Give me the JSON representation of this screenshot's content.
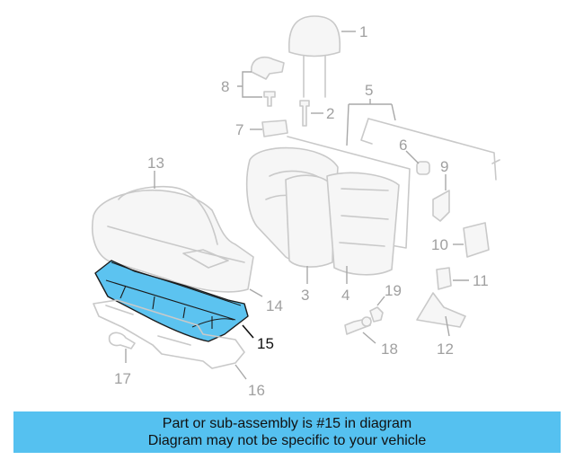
{
  "diagram": {
    "callouts": [
      {
        "id": "1",
        "label": "1"
      },
      {
        "id": "2",
        "label": "2"
      },
      {
        "id": "3",
        "label": "3"
      },
      {
        "id": "4",
        "label": "4"
      },
      {
        "id": "5",
        "label": "5"
      },
      {
        "id": "6",
        "label": "6"
      },
      {
        "id": "7",
        "label": "7"
      },
      {
        "id": "8",
        "label": "8"
      },
      {
        "id": "9",
        "label": "9"
      },
      {
        "id": "10",
        "label": "10"
      },
      {
        "id": "11",
        "label": "11"
      },
      {
        "id": "12",
        "label": "12"
      },
      {
        "id": "13",
        "label": "13"
      },
      {
        "id": "14",
        "label": "14"
      },
      {
        "id": "15",
        "label": "15"
      },
      {
        "id": "16",
        "label": "16"
      },
      {
        "id": "17",
        "label": "17"
      },
      {
        "id": "18",
        "label": "18"
      },
      {
        "id": "19",
        "label": "19"
      }
    ],
    "highlighted_part": "15",
    "colors": {
      "highlight_fill": "#5cc3f0",
      "outline": "#c9c9c9",
      "callout_text": "#a0a0a0",
      "banner_bg": "#55c1f0"
    }
  },
  "banner": {
    "line1": "Part or sub-assembly is #15 in diagram",
    "line2": "Diagram may not be specific to your vehicle"
  }
}
